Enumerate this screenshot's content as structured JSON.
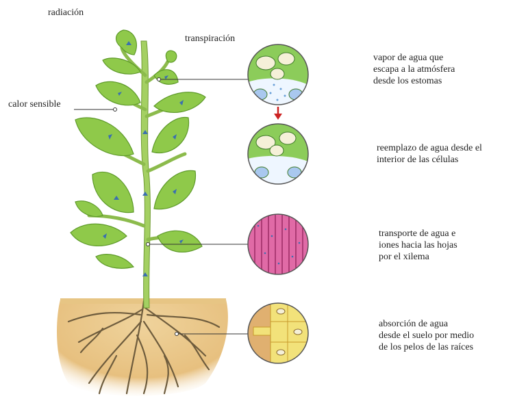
{
  "labels": {
    "radiation": "radiación",
    "transpiration": "transpiración",
    "sensible_heat": "calor sensible"
  },
  "steps": [
    {
      "lines": [
        "vapor de agua que",
        "escapa a la atmósfera",
        "desde los estomas"
      ]
    },
    {
      "lines": [
        "reemplazo de agua desde el",
        "interior de las células"
      ]
    },
    {
      "lines": [
        "transporte de agua e",
        "iones hacia las hojas",
        "por el xilema"
      ]
    },
    {
      "lines": [
        "absorción de agua",
        "desde el suelo por medio",
        "de los pelos de las raíces"
      ]
    }
  ],
  "colors": {
    "leaf": "#8cc63f",
    "leaf_dark": "#5f9a2a",
    "stem": "#9ccc5a",
    "soil": "#e8c68a",
    "xylem": "#e05a9a",
    "arrow": "#cc2222",
    "root": "#6b5a3a"
  }
}
